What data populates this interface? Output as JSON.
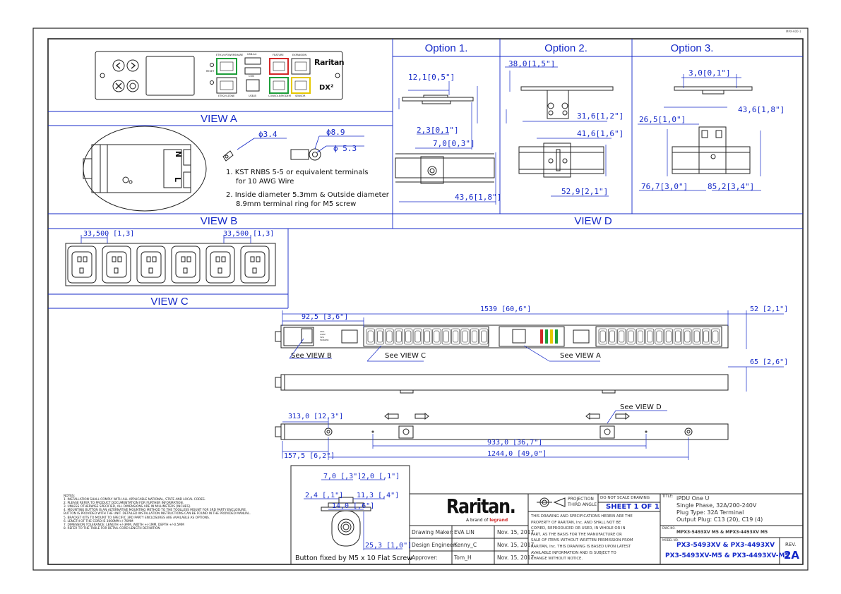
{
  "corner_code": "MPX-A00-1",
  "views": {
    "a": "VIEW A",
    "b": "VIEW B",
    "c": "VIEW C",
    "d": "VIEW D"
  },
  "options": [
    "Option 1.",
    "Option  2.",
    "Option 3."
  ],
  "panel": {
    "brand": "Raritan",
    "model_badge": "DX²",
    "reset": "RESET",
    "eth1": "ETH1/⊙POWERSHARE",
    "eth2": "ETH2/⊙ZONE",
    "usb_a": "USB-A⊙",
    "usb_b": "USB-B",
    "con": "CON",
    "feature": "FEATURE",
    "expansion": "EXPANSION",
    "console": "CONSOLE/MODEM",
    "sensor": "SENSOR"
  },
  "view_b": {
    "d34": "ϕ3.4",
    "d89": "ϕ8.9",
    "d53": "ϕ 5.3",
    "note1a": "1. KST RNBS 5-5 or equivalent terminals",
    "note1b": "for 10 AWG Wire",
    "note2a": "2. Inside diameter 5.3mm & Outside diameter",
    "note2b": "8.9mm terminal ring for M5 screw",
    "n": "N",
    "l": "L"
  },
  "view_c": {
    "dim1": "33,500 [1,3]",
    "dim2": "33,500 [1,3]"
  },
  "opt1": {
    "a": "12,1[0,5\"]",
    "b": "2,3[0,1\"]",
    "c": "7,0[0,3\"]",
    "d": "43,6[1,8\"]"
  },
  "opt2": {
    "a": "38,0[1,5\"]",
    "b": "31,6[1,2\"]",
    "c": "41,6[1,6\"]",
    "d": "52,9[2,1\"]"
  },
  "opt3": {
    "a": "3,0[0,1\"]",
    "b": "26,5[1,0\"]",
    "c": "43,6[1,8\"]",
    "d": "76,7[3,0\"]",
    "e": "85,2[3,4\"]"
  },
  "main": {
    "len": "1539 [60,6\"]",
    "d925": "92,5 [3,6\"]",
    "d52": "52 [2,1\"]",
    "d65": "65 [2,6\"]",
    "d313": "313,0 [12,3\"]",
    "d1575": "157,5 [6,2\"]",
    "d933": "933,0 [36,7\"]",
    "d1244": "1244,0 [49,0\"]",
    "see_b": "See VIEW B",
    "see_c": "See VIEW C",
    "see_a": "See VIEW A",
    "see_d": "See VIEW D",
    "label_text": "200-240V 32A 50/60Hz"
  },
  "button": {
    "d7": "7,0 [,3\"]",
    "d2": "2,0 [,1\"]",
    "d24": "2,4 [,1\"]",
    "d113": "11,3 [,4\"]",
    "d14": "14,0 [,6\"]",
    "d253": "25,3 [1,0\"]",
    "caption": "Button fixed by M5 x 10 Flat Screw"
  },
  "notes_title": "NOTES:",
  "notes": [
    "1. INSTALLATION SHALL COMPLY WITH ALL APPLICABLE NATIONAL, STATE AND LOCAL CODES.",
    "2. PLEASE REFER TO PRODUCT DOCUMENTATION FOR FURTHER INFORMATION.",
    "3. UNLESS OTHERWISE SPECIFIED, ALL DIMENSIONS ARE IN MILLIMETERS [INCHES].",
    "4. MOUNTING BUTTON IS AN ALTERNATIVE MOUNTING METHOD TO THE TOOLLESS MOUNT FOR 3RD PARTY ENCLOSURE.",
    "   BUTTON IS PROVIDED WITH THE UNIT. DETAILED INSTALLATION INSTRUCTIONS CAN BE FOUND IN THE PROVIDED MANUAL.",
    "5. BRACKET KITS TO MOUNT TO SPECIFIC 3RD PARTY ENCLOSURES ARE AVAILABLE AS OPTIONS.",
    "6. LENGTH OF THE CORD IS 3000MM+/-76MM",
    "7. DIMENSION TOLERANCE: LENGTH +/-3MM, WIDTH +/-1MM, DEPTH +/-0.5MM",
    "8. REFER TO THE TABLE FOR DETAIL CORD LENGTH DEFINITION"
  ],
  "title_block": {
    "logo": "Raritan.",
    "brand_of": "A brand of",
    "legrand": "legrand",
    "rows": [
      {
        "role": "Drawing Maker:",
        "name": "EVA LIN",
        "date": "Nov. 15, 2017"
      },
      {
        "role": "Design Engineer:",
        "name": "Kenny_C",
        "date": "Nov. 15, 2017"
      },
      {
        "role": "Approver:",
        "name": "Tom_H",
        "date": "Nov. 15, 2017"
      }
    ],
    "projection1": "PROJECTION",
    "projection2": "THIRD ANGLE",
    "dont_scale": "DO NOT SCALE DRAWING",
    "sheet": "SHEET 1 OF 1",
    "disclaimer": [
      "THIS DRAWING AND SPECIFICATIONS HEREIN ARE THE",
      "PROPERTY OF RARITAN, Inc. AND SHALL NOT BE",
      "COPIED, REPRODUCED OR USED, IN WHOLE OR IN",
      "PART, AS THE BASIS FOR THE MANUFACTURE OR",
      "SALE OF ITEMS WITHOUT WRITTEN PERMISSION FROM",
      "RARITAN, Inc. THIS DRAWING IS BASED UPON LATEST",
      "AVAILABLE INFORMATION AND IS SUBJECT TO",
      "CHANGE WITHOUT NOTICE."
    ],
    "title_label": "TITLE:",
    "title_lines": [
      "iPDU One U",
      "Single Phase, 32A/200-240V",
      "Plug Type: 32A Terminal",
      "Output Plug: C13 (20), C19 (4)"
    ],
    "dwg_label": "DWG NO.",
    "dwg_no": "MPX3-5493XV M5 & MPX3-4493XV M5",
    "model_label": "MODEL NO.",
    "model1": "PX3-5493XV & PX3-4493XV",
    "model2": "PX3-5493XV-M5 & PX3-4493XV-M5",
    "rev_label": "REV.",
    "rev": "2A"
  },
  "colors": {
    "accent": "#1428c8",
    "line": "#222222",
    "green_port": "#1e9e3a",
    "red_port": "#d22828",
    "yellow_port": "#e6c800"
  }
}
